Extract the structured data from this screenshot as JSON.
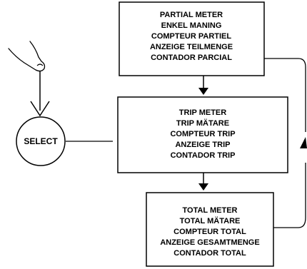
{
  "boxes": [
    {
      "id": "partial",
      "lines": [
        "PARTIAL METER",
        "ENKEL MANING",
        "COMPTEUR PARTIEL",
        "ANZEIGE TEILMENGE",
        "CONTADOR PARCIAL"
      ]
    },
    {
      "id": "trip",
      "lines": [
        "TRIP METER",
        "TRIP MÄTARE",
        "COMPTEUR TRIP",
        "ANZEIGE TRIP",
        "CONTADOR TRIP"
      ]
    },
    {
      "id": "total",
      "lines": [
        "TOTAL METER",
        "TOTAL MÄTARE",
        "COMPTEUR TOTAL",
        "ANZEIGE GESAMTMENGE",
        "CONTADOR TOTAL"
      ]
    }
  ],
  "select_button": {
    "label": "SELECT"
  },
  "icons": {
    "hand": "finger-press-icon"
  },
  "colors": {
    "line": "#000000",
    "background": "#ffffff"
  }
}
